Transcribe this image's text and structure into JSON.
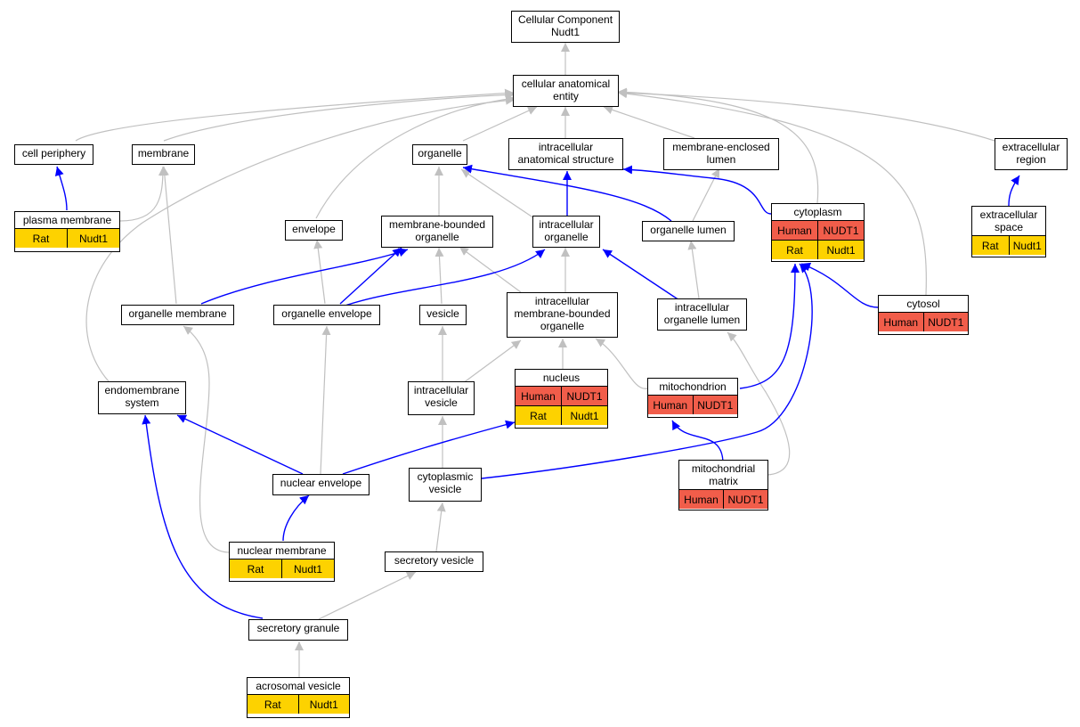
{
  "root": {
    "title": "Cellular Component\nNudt1"
  },
  "nodes": {
    "cellular_anatomical_entity": "cellular anatomical\nentity",
    "cell_periphery": "cell periphery",
    "membrane": "membrane",
    "organelle": "organelle",
    "intracellular_anatomical_structure": "intracellular\nanatomical structure",
    "membrane_enclosed_lumen": "membrane-enclosed\nlumen",
    "extracellular_region": "extracellular\nregion",
    "plasma_membrane": "plasma membrane",
    "envelope": "envelope",
    "membrane_bounded_organelle": "membrane-bounded\norganelle",
    "intracellular_organelle": "intracellular\norganelle",
    "organelle_lumen": "organelle lumen",
    "cytoplasm": "cytoplasm",
    "extracellular_space": "extracellular\nspace",
    "organelle_membrane": "organelle membrane",
    "organelle_envelope": "organelle envelope",
    "vesicle": "vesicle",
    "intracellular_membrane_bounded_organelle": "intracellular\nmembrane-bounded\norganelle",
    "intracellular_organelle_lumen": "intracellular\norganelle lumen",
    "cytosol": "cytosol",
    "endomembrane_system": "endomembrane\nsystem",
    "nucleus": "nucleus",
    "intracellular_vesicle": "intracellular\nvesicle",
    "mitochondrion": "mitochondrion",
    "nuclear_envelope": "nuclear envelope",
    "cytoplasmic_vesicle": "cytoplasmic\nvesicle",
    "mitochondrial_matrix": "mitochondrial\nmatrix",
    "nuclear_membrane": "nuclear membrane",
    "secretory_vesicle": "secretory vesicle",
    "secretory_granule": "secretory granule",
    "acrosomal_vesicle": "acrosomal vesicle"
  },
  "annotations": {
    "human": {
      "species": "Human",
      "gene": "NUDT1"
    },
    "rat": {
      "species": "Rat",
      "gene": "Nudt1"
    }
  },
  "colors": {
    "human": "#f15d4a",
    "rat": "#fdd200",
    "is_a_edge": "#c0c0c0",
    "part_of_edge": "#0000ff"
  }
}
